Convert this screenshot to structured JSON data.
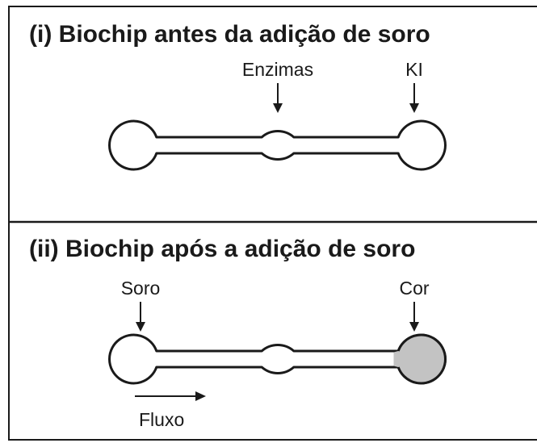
{
  "panel_i": {
    "title": "(i) Biochip antes da adição de soro",
    "labels": {
      "enzymes": "Enzimas",
      "ki": "KI"
    }
  },
  "panel_ii": {
    "title": "(ii) Biochip após a adição de soro",
    "labels": {
      "serum": "Soro",
      "color": "Cor",
      "flow": "Fluxo"
    },
    "colored_well_fill": "#c3c3c3"
  },
  "colors": {
    "line": "#1a1a1a",
    "background": "#ffffff"
  }
}
